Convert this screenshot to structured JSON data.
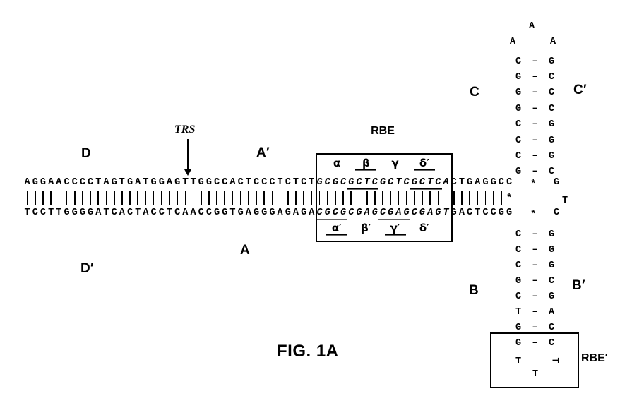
{
  "figure_caption": "FIG. 1A",
  "labels": {
    "trs": "TRS",
    "rbe": "RBE",
    "rbe_prime": "RBE′",
    "d": "D",
    "d_prime": "D′",
    "a": "A",
    "a_prime": "A′",
    "b": "B",
    "b_prime": "B′",
    "c": "C",
    "c_prime": "C′"
  },
  "duplex": {
    "top_strand_segments": [
      {
        "text": "AGGAACCCCTAGTGATGGAG"
      },
      {
        "text": "TT",
        "bold": true
      },
      {
        "text": "GGCCACTCCCTCTCT"
      },
      {
        "text": "GCGC",
        "italic": true
      },
      {
        "text": "GCTC",
        "italic": true,
        "underline": true
      },
      {
        "text": "GCTC",
        "italic": true
      },
      {
        "text": "GCTC",
        "italic": true,
        "underline": true
      },
      {
        "text": "A",
        "italic": true
      },
      {
        "text": "CTGAGGCC"
      }
    ],
    "bottom_strand_segments": [
      {
        "text": "TCCTTGGGGATCACTACCTCAACCGGTGAGGGAGAGA"
      },
      {
        "text": "CGCG",
        "italic": true,
        "underline": true
      },
      {
        "text": "CGAG",
        "italic": true
      },
      {
        "text": "CGAG",
        "italic": true,
        "underline": true
      },
      {
        "text": "CGAG",
        "italic": true
      },
      {
        "text": "T",
        "italic": true
      },
      {
        "text": "GACTCCGG"
      }
    ],
    "pair_bar_count": 61,
    "bar_row_mark": "*",
    "top_row_mark": "*",
    "bottom_row_mark": "*",
    "elbow_bases": {
      "top": "G",
      "middle": "T",
      "bottom": "C"
    }
  },
  "rbe_box_greek": {
    "top": [
      {
        "text": "α",
        "underline": false
      },
      {
        "text": "β",
        "underline": true
      },
      {
        "text": "γ",
        "underline": false
      },
      {
        "text": "δ′",
        "underline": true
      }
    ],
    "bottom": [
      {
        "text": "α′",
        "underline": true
      },
      {
        "text": "β′",
        "underline": false
      },
      {
        "text": "γ′",
        "underline": true
      },
      {
        "text": "δ′",
        "underline": false
      }
    ]
  },
  "hairpin": {
    "apex_top": "A",
    "apex_left": "A",
    "apex_right": "A",
    "bond": "–",
    "upper_stem_pairs": [
      [
        "C",
        "G"
      ],
      [
        "G",
        "C"
      ],
      [
        "G",
        "C"
      ],
      [
        "G",
        "C"
      ],
      [
        "C",
        "G"
      ],
      [
        "C",
        "G"
      ],
      [
        "C",
        "G"
      ],
      [
        "G",
        "C"
      ]
    ],
    "lower_stem_pairs": [
      [
        "C",
        "G"
      ],
      [
        "C",
        "G"
      ],
      [
        "C",
        "G"
      ],
      [
        "G",
        "C"
      ],
      [
        "C",
        "G"
      ],
      [
        "T",
        "A"
      ],
      [
        "G",
        "C"
      ],
      [
        "G",
        "C"
      ]
    ],
    "tip": {
      "left": "T",
      "right_rotated": "T",
      "bottom": "T"
    }
  }
}
